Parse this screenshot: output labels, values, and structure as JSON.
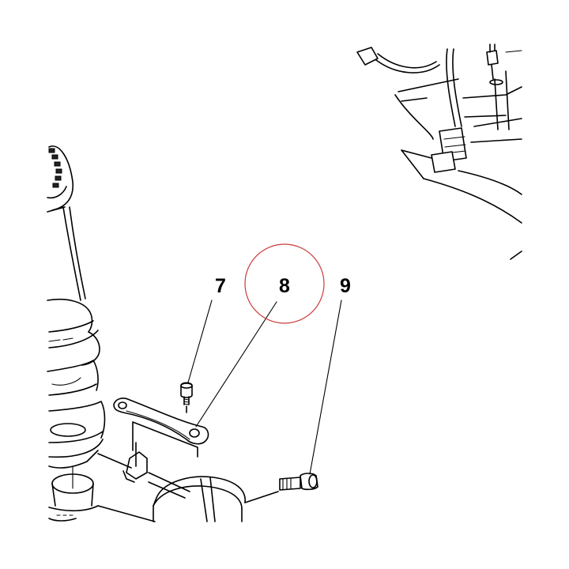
{
  "diagram": {
    "callouts": [
      {
        "id": "7",
        "label": "7"
      },
      {
        "id": "8",
        "label": "8"
      },
      {
        "id": "9",
        "label": "9"
      }
    ],
    "highlight": {
      "target": "8",
      "color": "#cc3b3b"
    }
  }
}
